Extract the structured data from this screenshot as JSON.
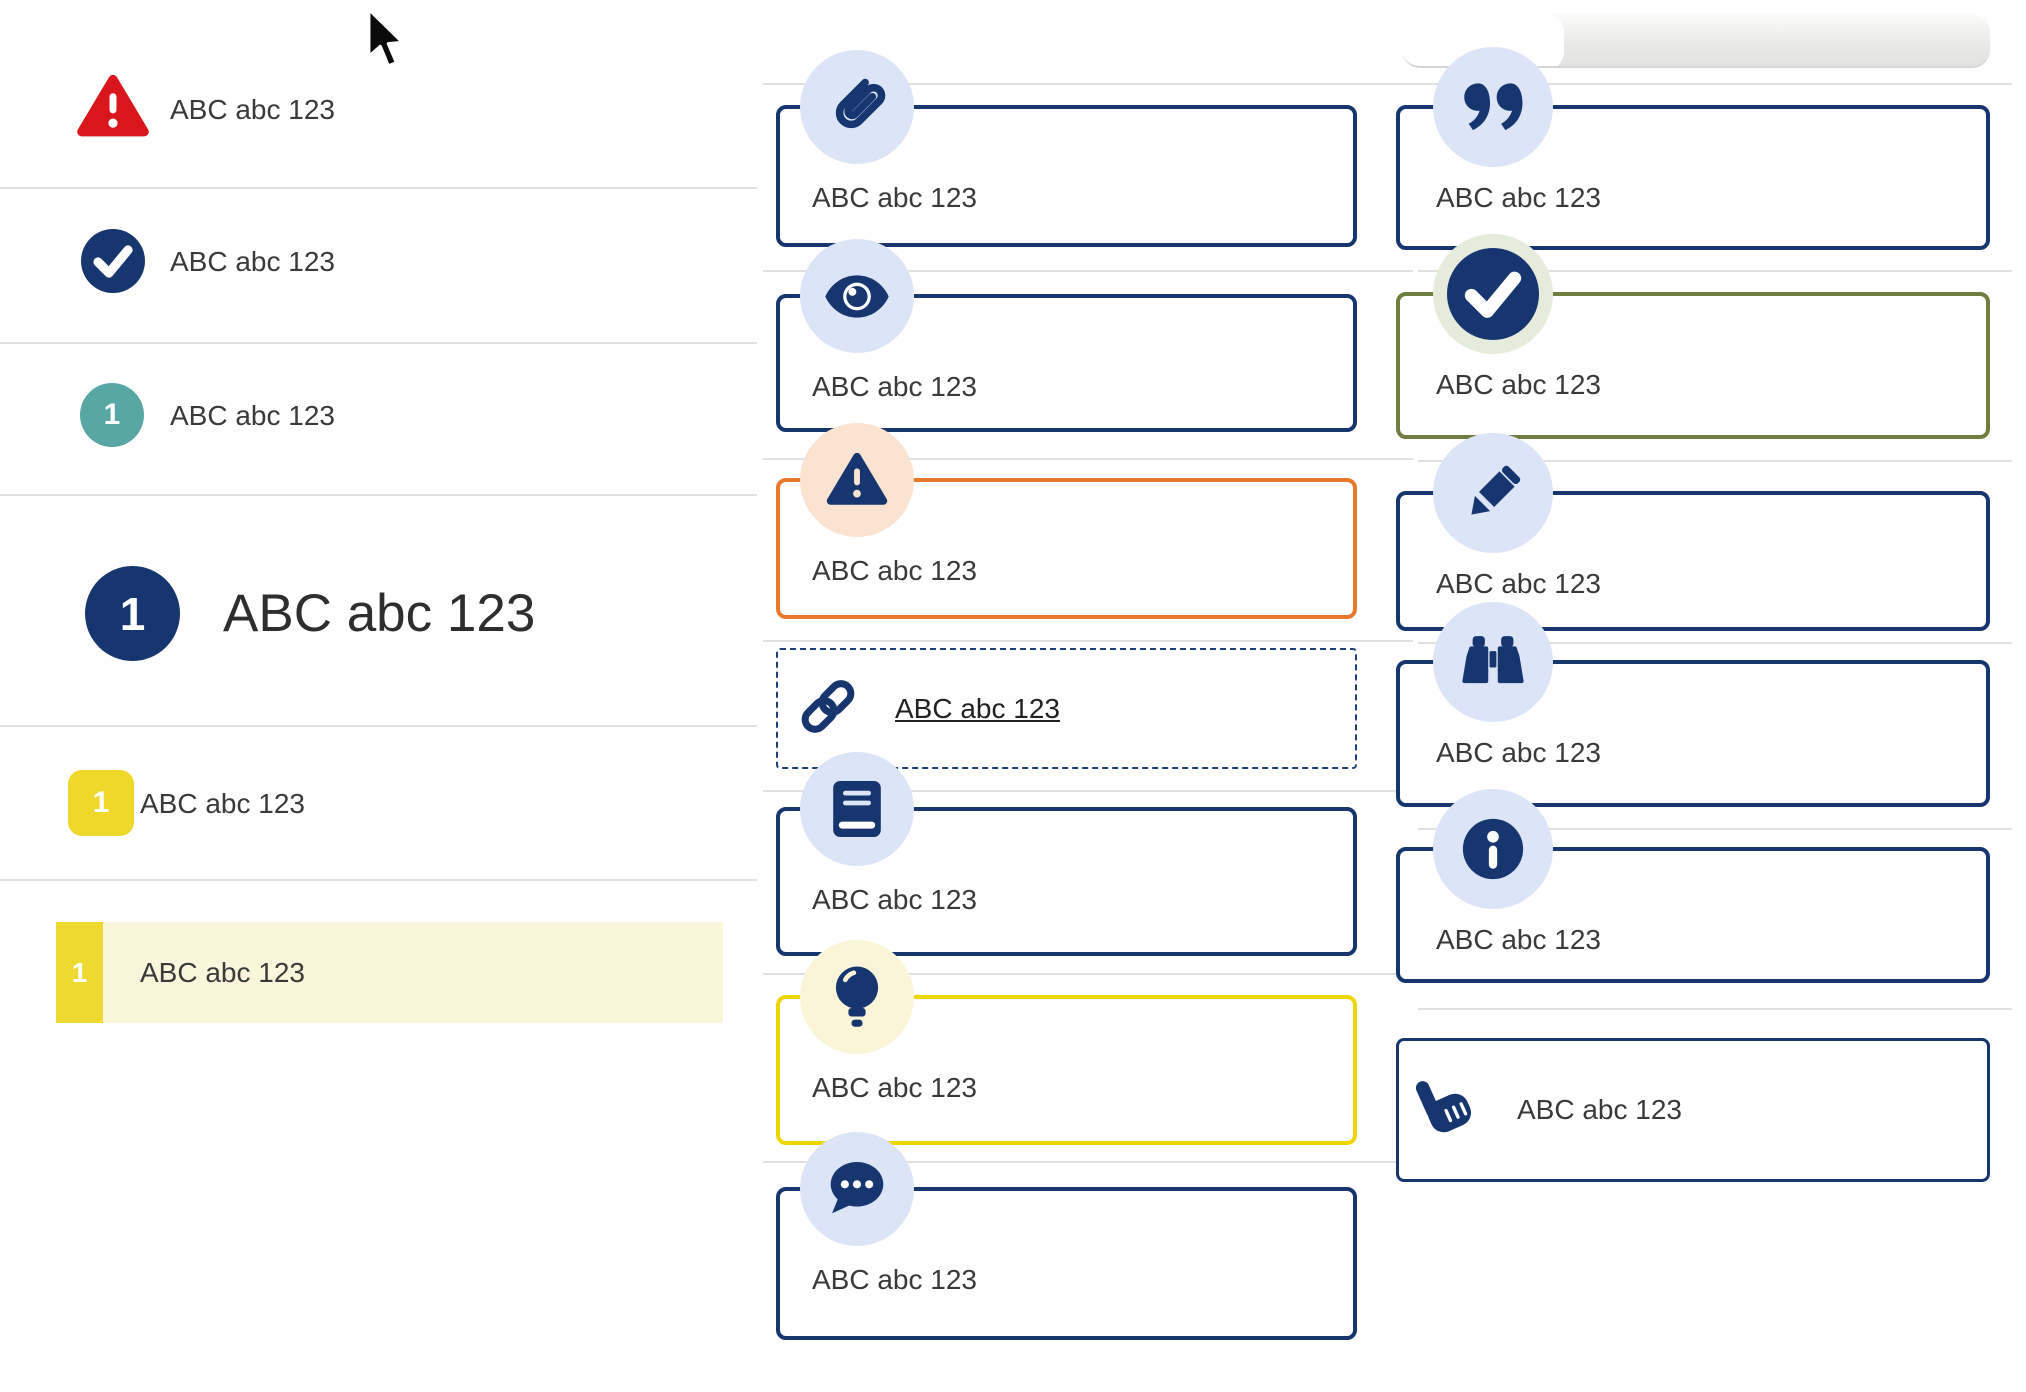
{
  "colors": {
    "navy": "#17356F",
    "red": "#D8161B",
    "teal": "#58A7A5",
    "yellow_square": "#EFD829",
    "highlight_tab": "#EDD92F",
    "highlight_bg": "#FAF6DC",
    "orange_border": "#E8792B",
    "olive_border": "#6F7D40",
    "yellow_border": "#EFD500",
    "icon_circle_blue": "#DCE5F7",
    "icon_circle_peach": "#FBE3D2",
    "icon_circle_green": "#E6ECDB",
    "icon_circle_cream": "#FAF5D8",
    "divider": "#E1E1E1",
    "text": "#3A3A38"
  },
  "left": {
    "items": [
      {
        "icon": "alert-triangle-icon",
        "label": "ABC abc 123"
      },
      {
        "icon": "check-circle-icon",
        "label": "ABC abc 123"
      },
      {
        "icon": "numbered-badge-teal",
        "badge": "1",
        "label": "ABC abc 123"
      },
      {
        "icon": "numbered-badge-large",
        "badge": "1",
        "label": "ABC abc 123"
      },
      {
        "icon": "numbered-badge-square",
        "badge": "1",
        "label": "ABC abc 123"
      },
      {
        "icon": "numbered-badge-tab",
        "badge": "1",
        "label": "ABC abc 123",
        "state": "highlighted"
      }
    ]
  },
  "middle": {
    "callouts": [
      {
        "icon": "paperclip-icon",
        "variant": "default",
        "label": "ABC abc 123"
      },
      {
        "icon": "eye-icon",
        "variant": "default",
        "label": "ABC abc 123"
      },
      {
        "icon": "alert-triangle-icon",
        "variant": "warning",
        "label": "ABC abc 123"
      },
      {
        "icon": "link-icon",
        "variant": "link",
        "label": "ABC abc 123"
      },
      {
        "icon": "book-icon",
        "variant": "default",
        "label": "ABC abc 123"
      },
      {
        "icon": "lightbulb-icon",
        "variant": "tip",
        "label": "ABC abc 123"
      },
      {
        "icon": "chat-bubble-icon",
        "variant": "default",
        "label": "ABC abc 123"
      }
    ]
  },
  "right": {
    "callouts": [
      {
        "icon": "quote-icon",
        "variant": "default",
        "label": "ABC abc 123"
      },
      {
        "icon": "check-circle-icon",
        "variant": "success",
        "label": "ABC abc 123"
      },
      {
        "icon": "pencil-icon",
        "variant": "default",
        "label": "ABC abc 123"
      },
      {
        "icon": "binoculars-icon",
        "variant": "default",
        "label": "ABC abc 123"
      },
      {
        "icon": "info-icon",
        "variant": "default",
        "label": "ABC abc 123"
      },
      {
        "icon": "pointing-hand-icon",
        "variant": "plain",
        "label": "ABC abc 123"
      }
    ]
  }
}
